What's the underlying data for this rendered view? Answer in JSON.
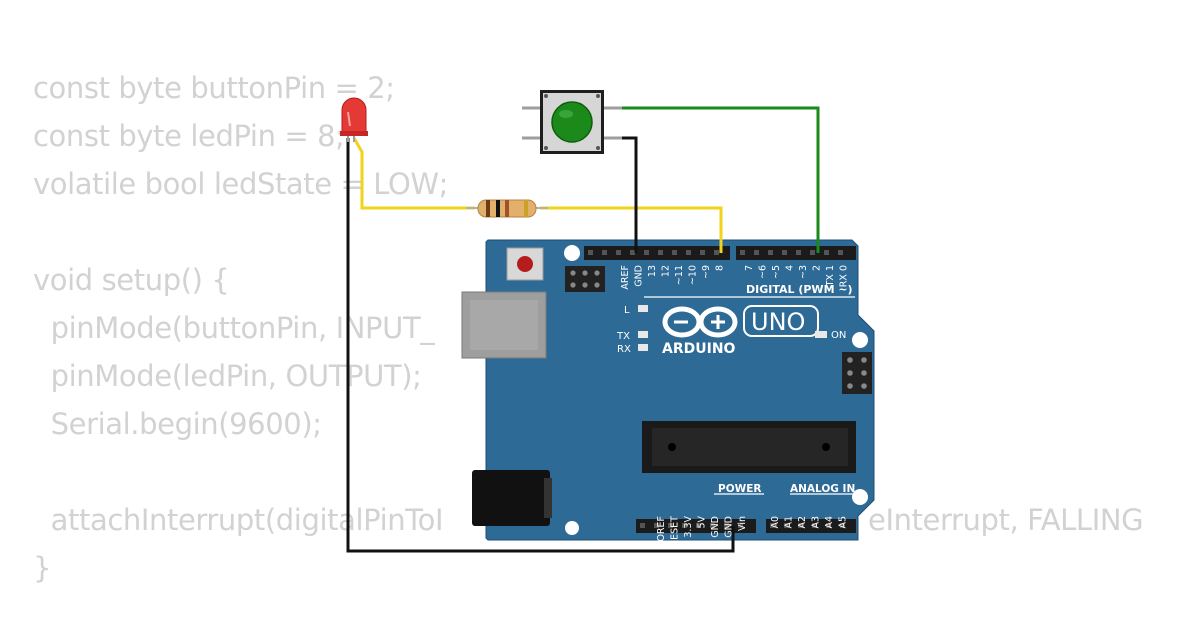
{
  "code": {
    "lines": [
      "const byte buttonPin = 2;",
      "const byte ledPin = 8;",
      "volatile bool ledState = LOW;",
      "",
      "void setup() {",
      "  pinMode(buttonPin, INPUT_",
      "  pinMode(ledPin, OUTPUT);",
      "  Serial.begin(9600);",
      "",
      "  attachInterrupt(digitalPinToI",
      "}"
    ],
    "line9_tail": "eInterrupt, FALLING"
  },
  "board": {
    "brand": "ARDUINO",
    "model": "UNO",
    "digital_header": "DIGITAL (PWM ~)",
    "power_label": "POWER",
    "analog_label": "ANALOG IN",
    "led_l": "L",
    "led_tx": "TX",
    "led_rx": "RX",
    "led_on": "ON",
    "left_pins": [
      "AREF",
      "GND",
      "13",
      "12",
      "~11",
      "~10",
      "~9",
      "8"
    ],
    "right_pins": [
      "7",
      "~6",
      "~5",
      "4",
      "~3",
      "2",
      "TX 1",
      "RX 0"
    ],
    "power_pins": [
      "IOREF",
      "RESET",
      "3.3V",
      "5V",
      "GND",
      "GND",
      "Vin"
    ],
    "analog_pins": [
      "A0",
      "A1",
      "A2",
      "A3",
      "A4",
      "A5"
    ]
  },
  "colors": {
    "board": "#2d6a96",
    "code_text": "#d2d2d2",
    "wire_yellow": "#f2d31b",
    "wire_green": "#1a8a1a",
    "wire_black": "#111111",
    "led_red": "#e53935",
    "button_green": "#1b8a1b"
  }
}
